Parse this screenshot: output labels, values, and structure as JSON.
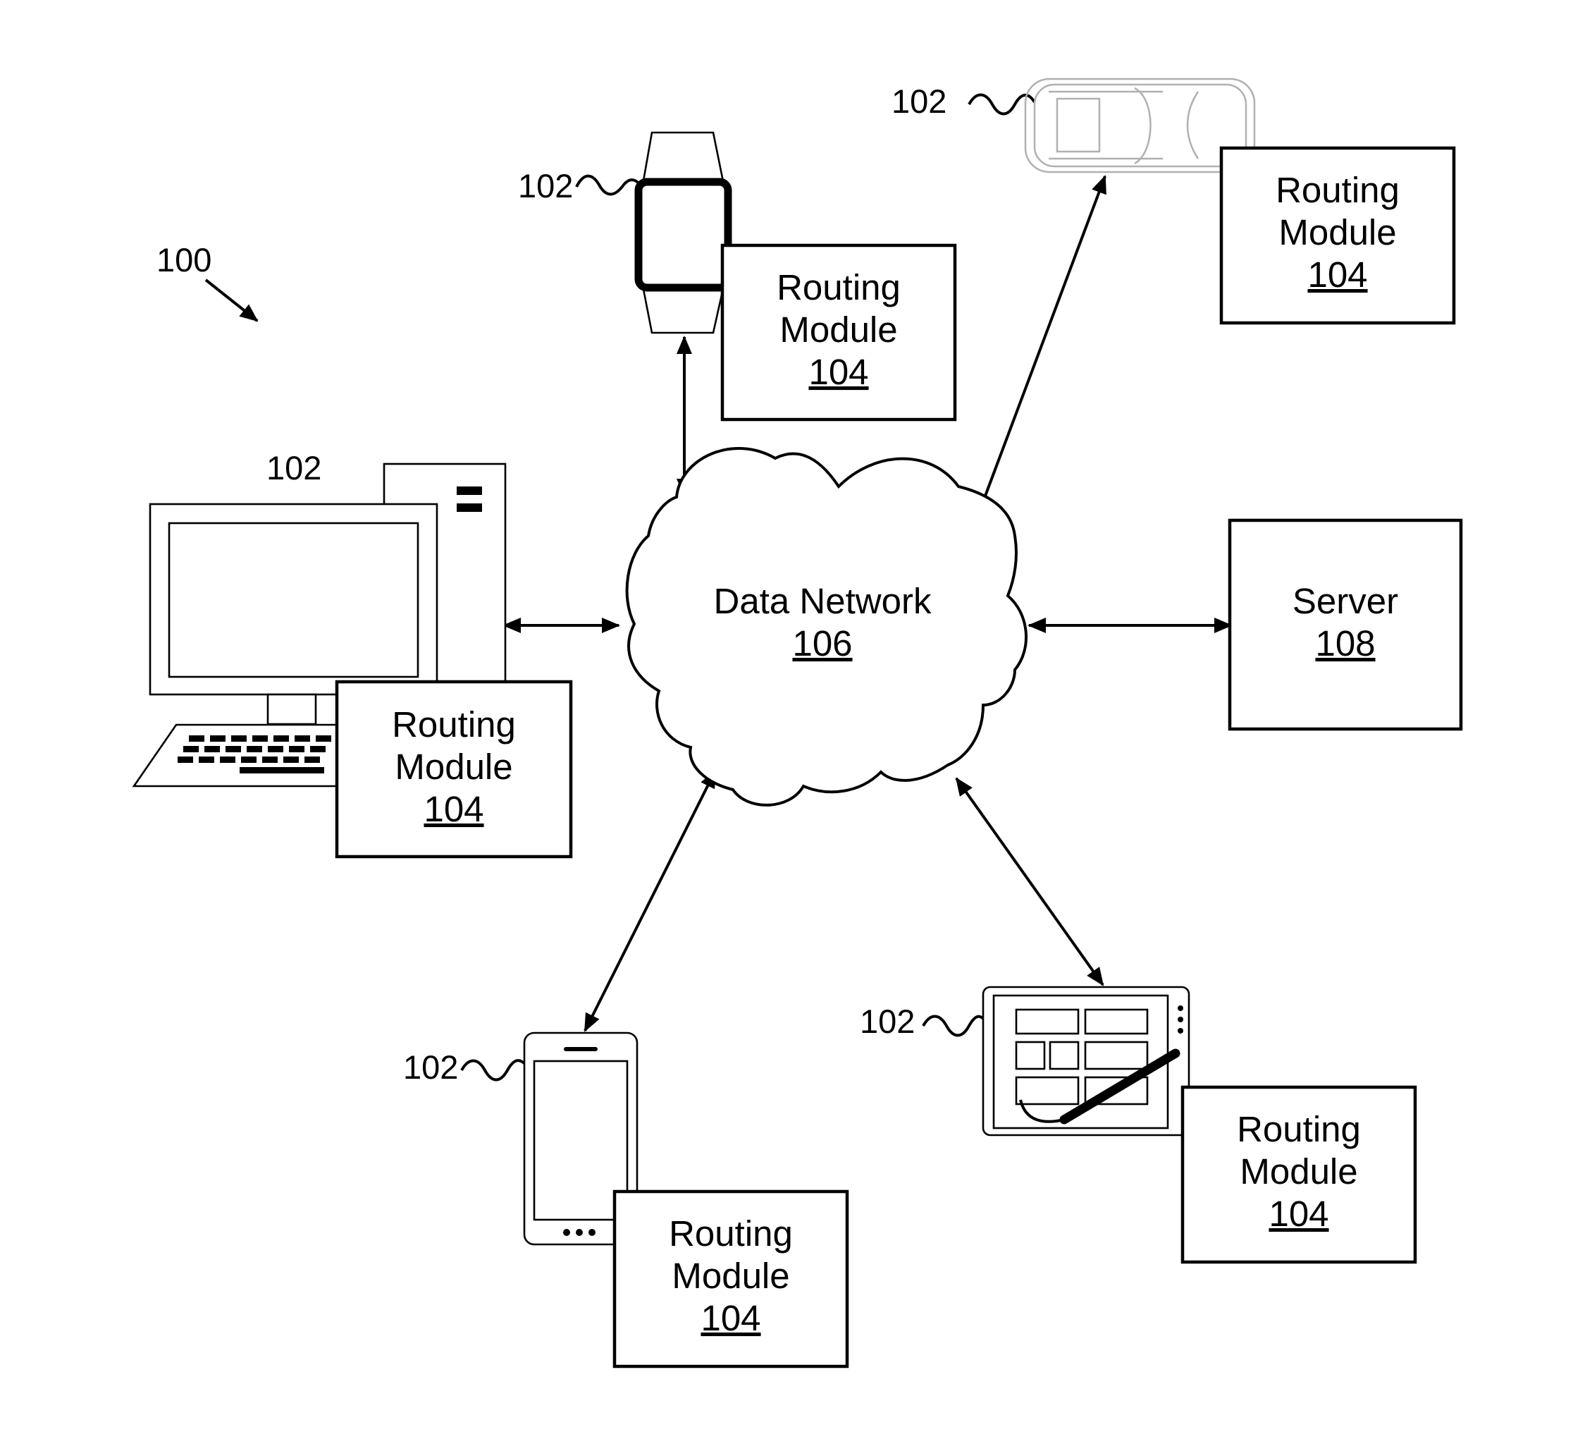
{
  "figure_ref": "100",
  "network": {
    "name": "Data Network",
    "ref": "106"
  },
  "server": {
    "name": "Server",
    "ref": "108"
  },
  "devices": [
    {
      "id": "desktop",
      "ref": "102",
      "module": {
        "line1": "Routing",
        "line2": "Module",
        "ref": "104"
      }
    },
    {
      "id": "watch",
      "ref": "102",
      "module": {
        "line1": "Routing",
        "line2": "Module",
        "ref": "104"
      }
    },
    {
      "id": "vehicle",
      "ref": "102",
      "module": {
        "line1": "Routing",
        "line2": "Module",
        "ref": "104"
      }
    },
    {
      "id": "phone",
      "ref": "102",
      "module": {
        "line1": "Routing",
        "line2": "Module",
        "ref": "104"
      }
    },
    {
      "id": "tablet",
      "ref": "102",
      "module": {
        "line1": "Routing",
        "line2": "Module",
        "ref": "104"
      }
    }
  ],
  "colors": {
    "ink": "#000000",
    "background": "#ffffff",
    "vehicle_outline": "#b0b0b0"
  }
}
